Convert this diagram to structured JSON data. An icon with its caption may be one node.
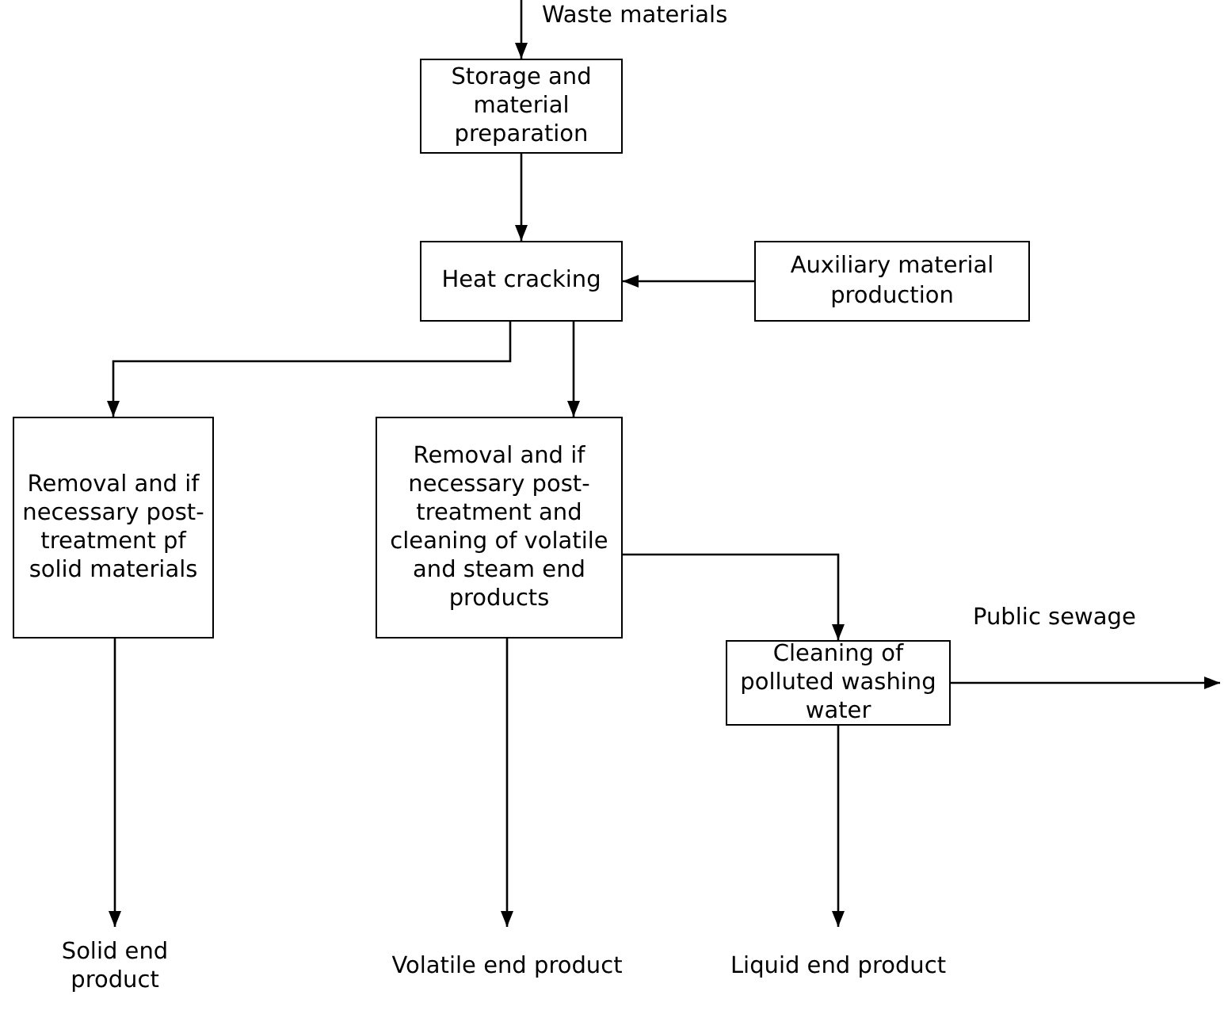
{
  "diagram": {
    "nodes": [
      {
        "text": [
          "Storage and material preparation"
        ]
      },
      {
        "text": [
          "Heat cracking"
        ]
      },
      {
        "text": [
          "Auxiliary material production"
        ]
      },
      {
        "text": [
          "Removal and if necessary post-treatment pf solid materials"
        ]
      },
      {
        "text": [
          "Removal and if necessary post-treatment and cleaning of volatile and steam end products"
        ]
      },
      {
        "text": [
          "Cleaning of polluted washing water"
        ]
      },
      {
        "text": [
          "Solid end product"
        ]
      },
      {
        "text": [
          "Volatile end product"
        ]
      },
      {
        "text": [
          "Liquid end product"
        ]
      }
    ],
    "edges": [
      {
        "from": null,
        "to": 0,
        "arrow": "to",
        "label": "Waste materials"
      },
      {
        "from": 0,
        "to": 1,
        "arrow": "to"
      },
      {
        "from": 2,
        "to": 1,
        "arrow": "to"
      },
      {
        "from": 1,
        "to": 3,
        "arrow": "to"
      },
      {
        "from": 1,
        "to": 4,
        "arrow": "to"
      },
      {
        "from": 4,
        "to": 5,
        "arrow": "to"
      },
      {
        "from": 5,
        "to": null,
        "arrow": "to",
        "label": "Public sewage"
      },
      {
        "from": 3,
        "to": 6,
        "arrow": "to"
      },
      {
        "from": 4,
        "to": 7,
        "arrow": "to"
      },
      {
        "from": 5,
        "to": 8,
        "arrow": "to"
      }
    ]
  }
}
